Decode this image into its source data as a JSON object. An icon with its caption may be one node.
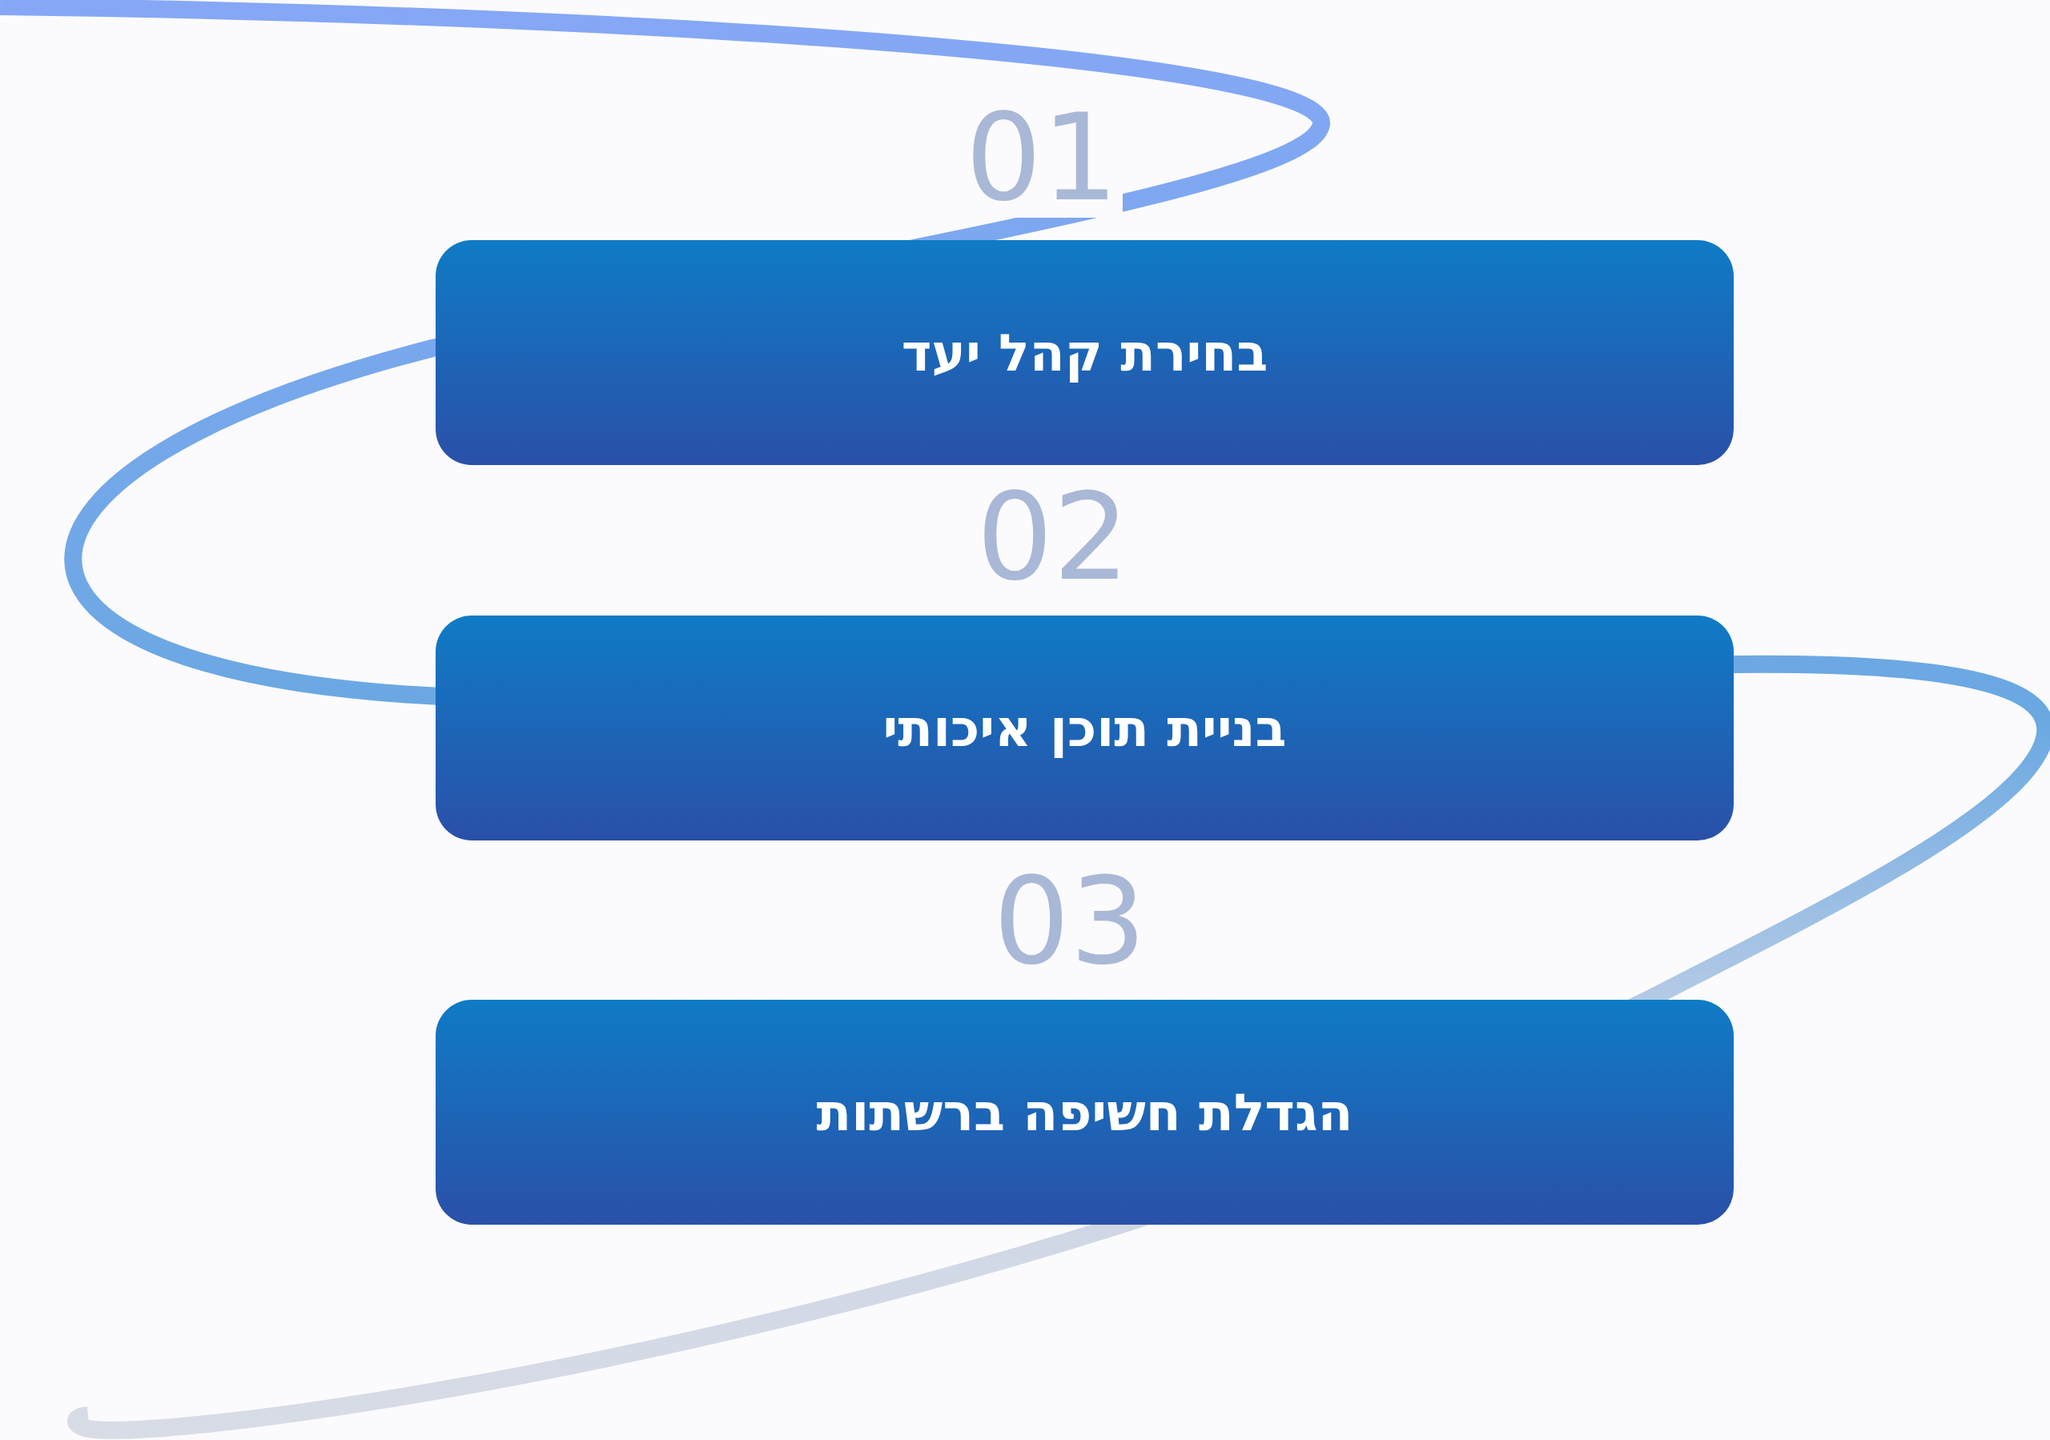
{
  "diagram": {
    "nodes": [
      {
        "text": [
          "בחירת קהל יעד"
        ]
      },
      {
        "text": [
          "בניית תוכן איכותי"
        ]
      },
      {
        "text": [
          "הגדלת חשיפה ברשתות"
        ]
      }
    ],
    "labels": [
      "01",
      "02",
      "03"
    ]
  }
}
